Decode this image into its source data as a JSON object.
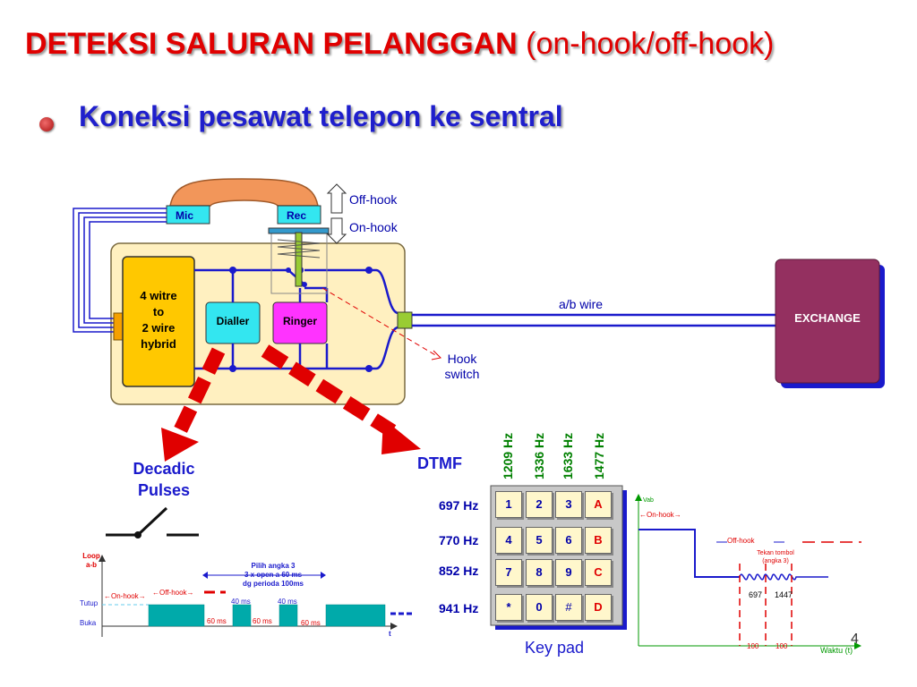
{
  "title": {
    "main": "DETEKSI SALURAN PELANGGAN",
    "sub": "(on-hook/off-hook)"
  },
  "bullet": "Koneksi pesawat telepon ke sentral",
  "phone": {
    "mic": "Mic",
    "rec": "Rec",
    "off_hook": "Off-hook",
    "on_hook": "On-hook",
    "hybrid": [
      "4 witre",
      "to",
      "2 wire",
      "hybrid"
    ],
    "dialler": "Dialler",
    "ringer": "Ringer",
    "ab_wire": "a/b wire",
    "exchange": "EXCHANGE",
    "hook_switch": [
      "Hook",
      "switch"
    ]
  },
  "decadic": {
    "label": [
      "Decadic",
      "Pulses"
    ],
    "loop_ab": [
      "Loop",
      "a-b"
    ],
    "tutup": "Tutup",
    "buka": "Buka",
    "on_hook": "On-hook",
    "off_hook": "Off-hook",
    "pilih": [
      "Pilih angka 3",
      "3 x open a 60 ms",
      "dg perioda 100ms"
    ],
    "ms40a": "40 ms",
    "ms40b": "40 ms",
    "ms60a": "60 ms",
    "ms60b": "60 ms",
    "ms60c": "60 ms",
    "t": "t"
  },
  "dtmf": {
    "label": "DTMF",
    "cols": [
      "1209 Hz",
      "1336 Hz",
      "1633 Hz",
      "1477 Hz"
    ],
    "rows": [
      "697 Hz",
      "770 Hz",
      "852 Hz",
      "941 Hz"
    ],
    "keys": [
      [
        "1",
        "2",
        "3",
        "A"
      ],
      [
        "4",
        "5",
        "6",
        "B"
      ],
      [
        "7",
        "8",
        "9",
        "C"
      ],
      [
        "*",
        "0",
        "#",
        "D"
      ]
    ],
    "keypad_label": "Key pad"
  },
  "dtmf_graph": {
    "vab": "Vab",
    "on_hook": "On-hook",
    "off_hook": "Off-hook",
    "tekan": [
      "Tekan tombol",
      "(angka 3)"
    ],
    "f1": "697",
    "f2": "1447",
    "t1": "100",
    "t2": "100",
    "waktu": "Waktu (t)"
  },
  "page_number": "4",
  "colors": {
    "title": "#e00000",
    "bullet": "#1f1fcc",
    "exchange": "#943060",
    "board": "#fff0c0",
    "hybrid": "#ffc800",
    "dialler": "#33e6f0",
    "ringer": "#ff33ff",
    "handset": "#f2965a",
    "wire": "#1a1acc"
  }
}
